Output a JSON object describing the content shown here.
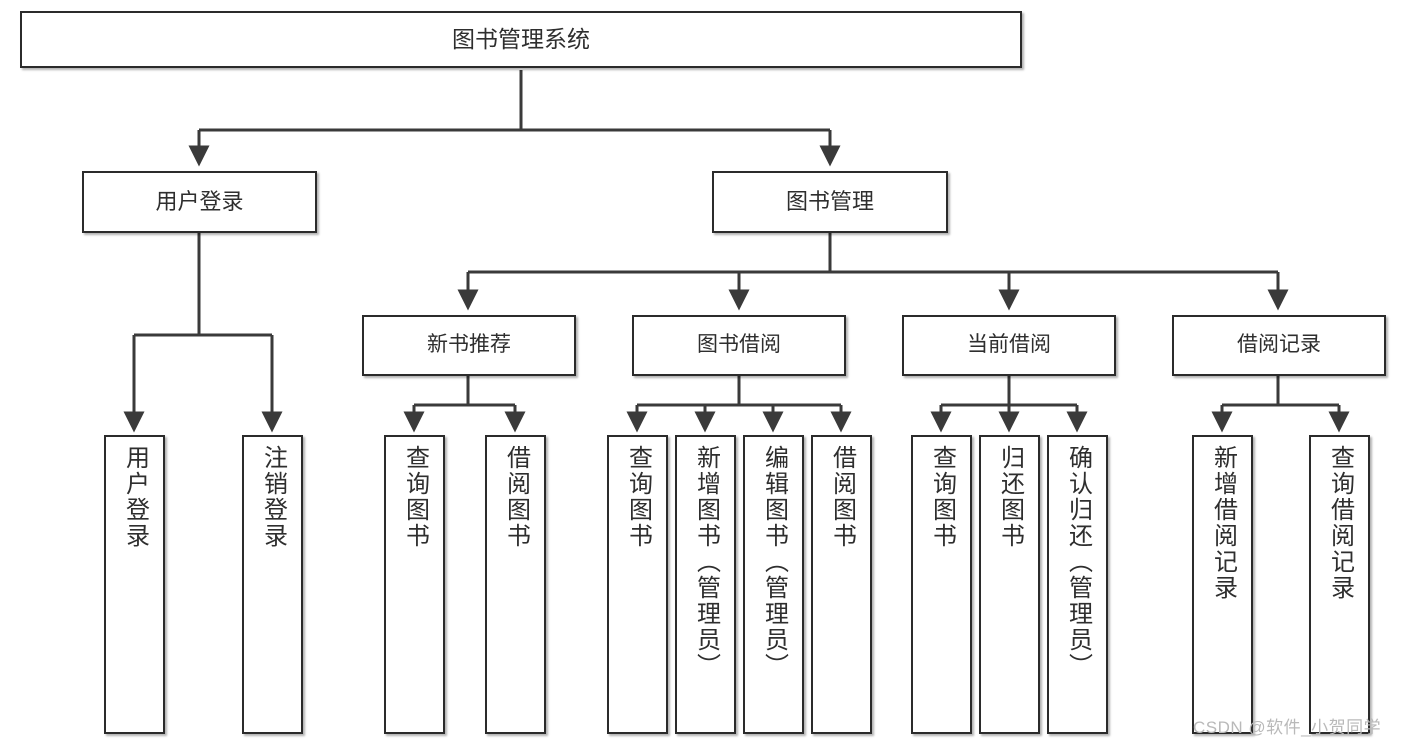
{
  "diagram": {
    "title": "图书管理系统",
    "type": "tree-hierarchy",
    "colors": {
      "box_border": "#2b2b2b",
      "box_fill": "#ffffff",
      "edge": "#3a3a3a",
      "text": "#2e2e2e",
      "watermark": "#b9b9b9",
      "background": "#ffffff"
    },
    "root": {
      "label": "图书管理系统"
    },
    "level2": [
      {
        "label": "用户登录"
      },
      {
        "label": "图书管理"
      }
    ],
    "level3": [
      {
        "label": "新书推荐"
      },
      {
        "label": "图书借阅"
      },
      {
        "label": "当前借阅"
      },
      {
        "label": "借阅记录"
      }
    ],
    "leaves": {
      "user_login": [
        {
          "label": "用户登录"
        },
        {
          "label": "注销登录"
        }
      ],
      "new_book_recommend": [
        {
          "label": "查询图书"
        },
        {
          "label": "借阅图书"
        }
      ],
      "book_borrow": [
        {
          "label": "查询图书"
        },
        {
          "label": "新增图书（管理员）"
        },
        {
          "label": "编辑图书（管理员）"
        },
        {
          "label": "借阅图书"
        }
      ],
      "current_borrow": [
        {
          "label": "查询图书"
        },
        {
          "label": "归还图书"
        },
        {
          "label": "确认归还（管理员）"
        }
      ],
      "borrow_record": [
        {
          "label": "新增借阅记录"
        },
        {
          "label": "查询借阅记录"
        }
      ]
    }
  },
  "watermark": {
    "text": "CSDN @软件_小贺同学"
  }
}
